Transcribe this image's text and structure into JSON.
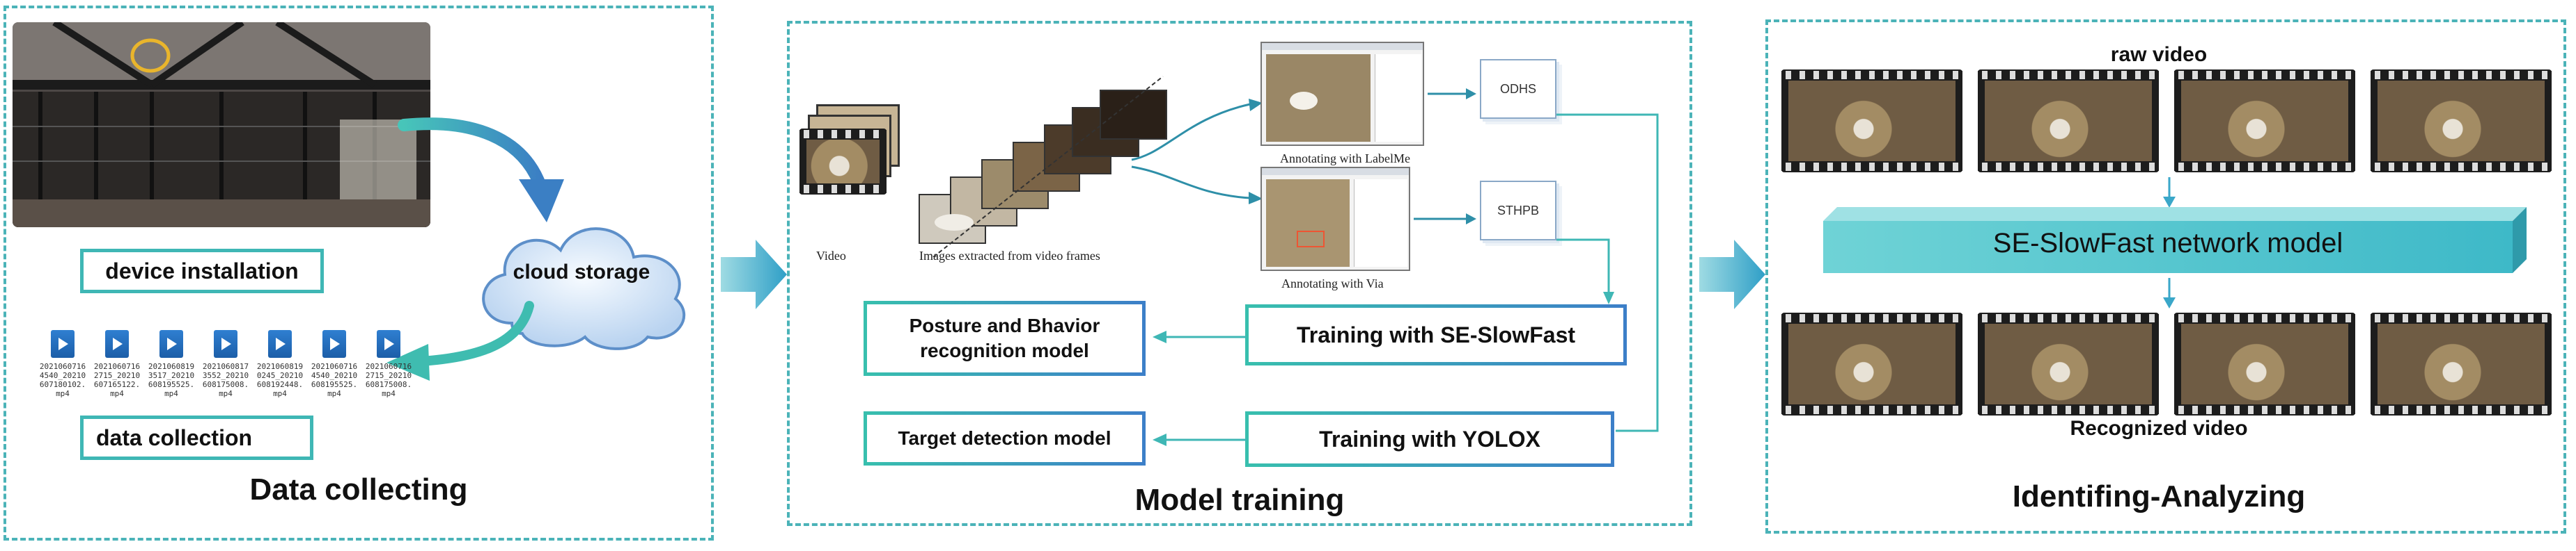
{
  "panels": {
    "data_collecting": {
      "title": "Data collecting",
      "device_installation": "device installation",
      "cloud_storage": "cloud storage",
      "data_collection": "data collection",
      "files": [
        "20210607164540_20210607180102.mp4",
        "20210607162715_20210607165122.mp4",
        "20210608193517_20210608195525.mp4",
        "20210608173552_20210608175008.mp4",
        "20210608190245_20210608192448.mp4",
        "20210607164540_20210608195525.mp4",
        "20210607162715_20210608175008.mp4"
      ]
    },
    "model_training": {
      "title": "Model training",
      "video_label": "Video",
      "frames_label": "Images extracted from video frames",
      "labelme_label": "Annotating with LabelMe",
      "via_label": "Annotating with Via",
      "odhs": "ODHS",
      "sthpb": "STHPB",
      "train_slowfast": "Training with SE-SlowFast",
      "train_yolox": "Training with YOLOX",
      "posture_model_line1": "Posture and Bhavior",
      "posture_model_line2": "recognition model",
      "target_model": "Target detection model"
    },
    "identifying": {
      "title": "Identifing-Analyzing",
      "raw_video": "raw video",
      "network_model": "SE-SlowFast network model",
      "recognized_video": "Recognized video"
    }
  },
  "colors": {
    "dash": "#4bb3b8",
    "accent": "#3fb7b5",
    "bar": "#56c9cf",
    "arrow": "#3aa7c9"
  }
}
